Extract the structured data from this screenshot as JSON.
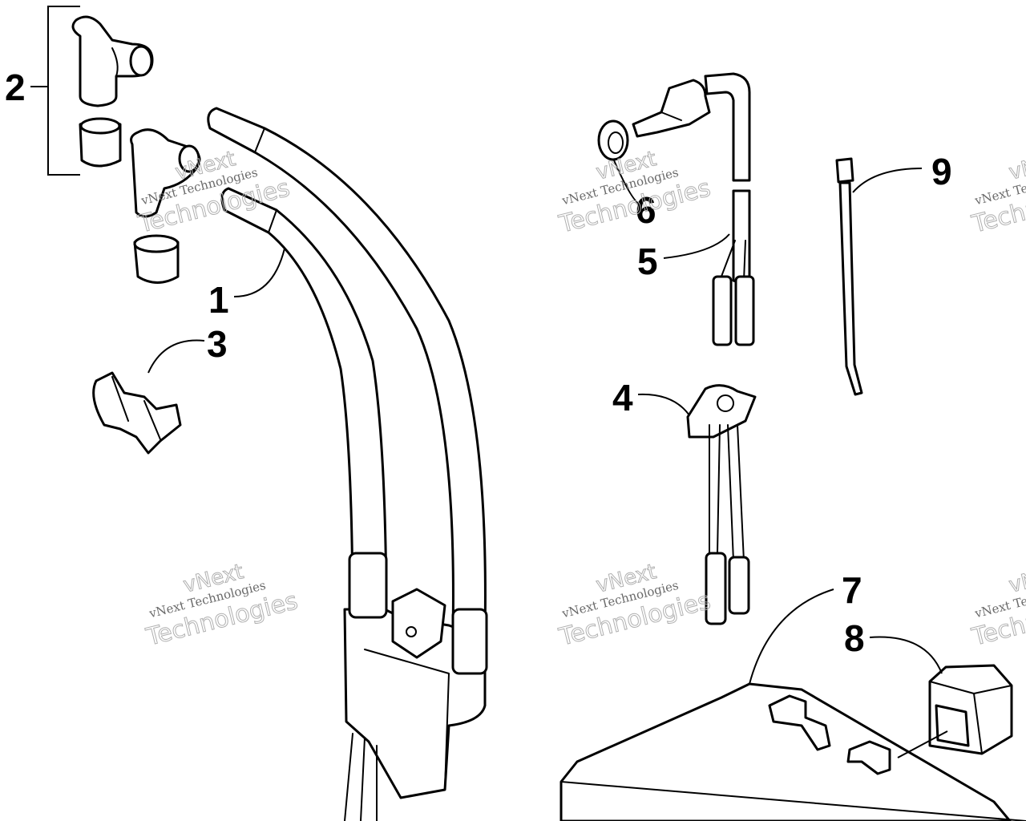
{
  "callouts": {
    "c1": "1",
    "c2": "2",
    "c3": "3",
    "c4": "4",
    "c5": "5",
    "c6": "6",
    "c7": "7",
    "c8": "8",
    "c9": "9"
  },
  "watermark": {
    "top_line": "vNext",
    "small_line": "vNext Technologies",
    "big_line": "Technologies"
  }
}
